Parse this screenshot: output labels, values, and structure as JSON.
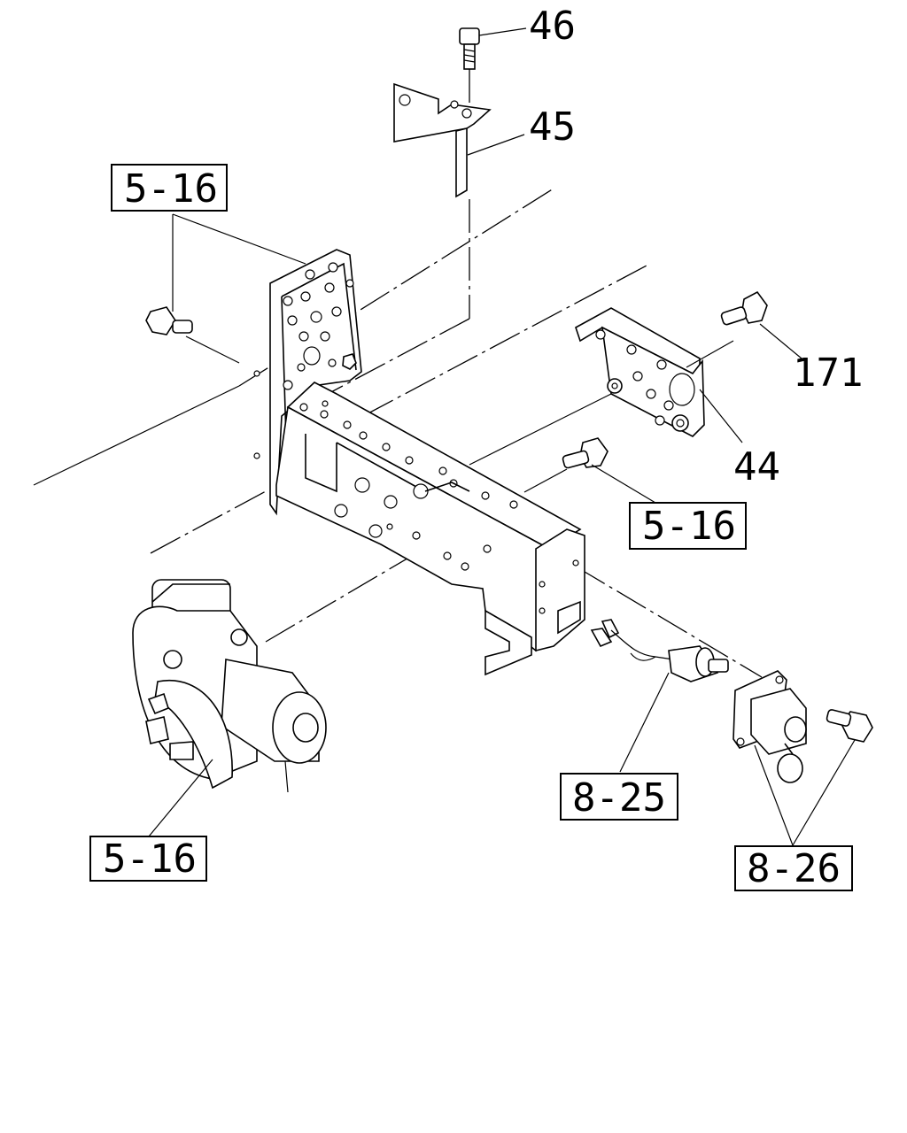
{
  "diagram": {
    "callouts": [
      {
        "id": "c46",
        "text": "46",
        "boxed": false
      },
      {
        "id": "c45",
        "text": "45",
        "boxed": false
      },
      {
        "id": "c171",
        "text": "171",
        "boxed": false
      },
      {
        "id": "c44",
        "text": "44",
        "boxed": false
      },
      {
        "id": "ref1",
        "text": "5-16",
        "boxed": true
      },
      {
        "id": "ref2",
        "text": "5-16",
        "boxed": true
      },
      {
        "id": "ref3",
        "text": "5-16",
        "boxed": true
      },
      {
        "id": "ref4",
        "text": "8-25",
        "boxed": true
      },
      {
        "id": "ref5",
        "text": "8-26",
        "boxed": true
      }
    ]
  }
}
